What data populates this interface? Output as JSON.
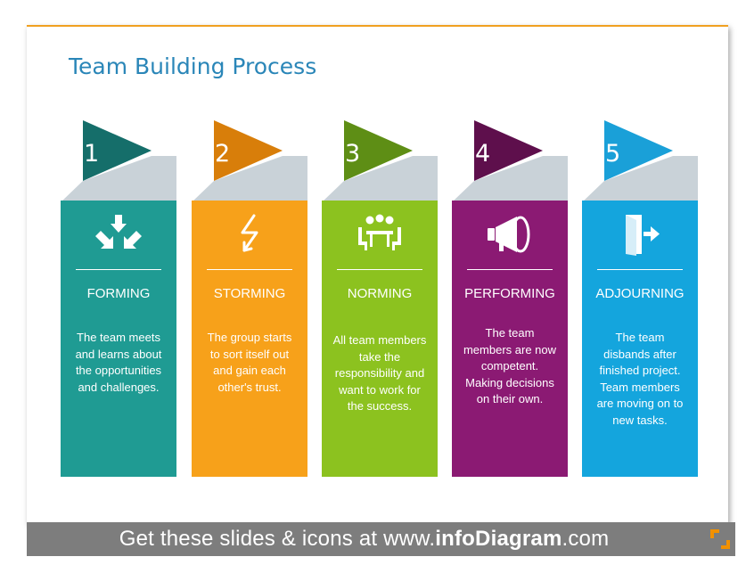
{
  "title": "Team Building Process",
  "stages": [
    {
      "number": "1",
      "label": "FORMING",
      "description": "The team meets and learns about the opportunities and challenges.",
      "color": "#1f9b93",
      "flag_color": "#156e6a",
      "icon": "arrows-converge-icon"
    },
    {
      "number": "2",
      "label": "STORMING",
      "description": "The group starts to sort itself out and gain each other's trust.",
      "color": "#f7a11a",
      "flag_color": "#d87e0a",
      "icon": "lightning-bolt-icon"
    },
    {
      "number": "3",
      "label": "NORMING",
      "description": "All team members take the responsibility and want to work for the success.",
      "color": "#8cc21f",
      "flag_color": "#5e8e15",
      "icon": "team-meeting-icon"
    },
    {
      "number": "4",
      "label": "PERFORMING",
      "description": "The team members are now competent. Making decisions on their own.",
      "color": "#8b1a73",
      "flag_color": "#5e0f4c",
      "icon": "megaphone-icon"
    },
    {
      "number": "5",
      "label": "ADJOURNING",
      "description": "The team disbands after finished project. Team members are moving on to new tasks.",
      "color": "#14a5dd",
      "flag_color": "#1aa0d8",
      "icon": "exit-door-icon"
    }
  ],
  "footer": {
    "prefix": "Get these slides & icons at www.",
    "brand": "infoDiagram",
    "suffix": ".com"
  }
}
